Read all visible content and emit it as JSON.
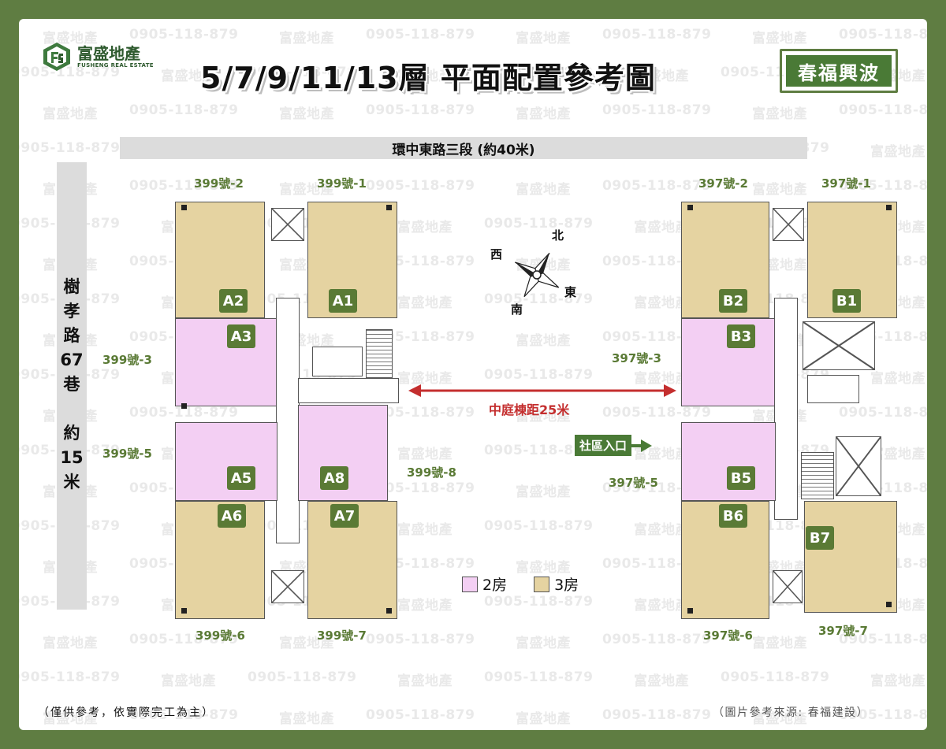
{
  "header": {
    "logo_name": "富盛地產",
    "logo_sub": "FUSHENG REAL ESTATE",
    "title": "5/7/9/11/13層 平面配置參考圖",
    "project": "春福興波"
  },
  "watermark": {
    "brand": "富盛地產",
    "phone": "0905-118-879"
  },
  "roads": {
    "top": "環中東路三段 (約40米)",
    "left_lines": [
      "樹",
      "孝",
      "路",
      "67",
      "巷",
      "",
      "約",
      "15",
      "米"
    ]
  },
  "building_a": {
    "tags": {
      "a1": "A1",
      "a2": "A2",
      "a3": "A3",
      "a5": "A5",
      "a6": "A6",
      "a7": "A7",
      "a8": "A8"
    }
  },
  "building_b": {
    "tags": {
      "b1": "B1",
      "b2": "B2",
      "b3": "B3",
      "b5": "B5",
      "b6": "B6",
      "b7": "B7"
    }
  },
  "labels": {
    "a399_1": "399號-1",
    "a399_2": "399號-2",
    "a399_3": "399號-3",
    "a399_5": "399號-5",
    "a399_6": "399號-6",
    "a399_7": "399號-7",
    "a399_8": "399號-8",
    "b397_1": "397號-1",
    "b397_2": "397號-2",
    "b397_3": "397號-3",
    "b397_5": "397號-5",
    "b397_6": "397號-6",
    "b397_7": "397號-7",
    "distance": "中庭棟距25米",
    "entrance": "社區入口"
  },
  "compass": {
    "north": "北",
    "south": "南",
    "east": "東",
    "west": "西"
  },
  "legend": {
    "two": "2房",
    "three": "3房"
  },
  "colors": {
    "two_room": "#f3cff3",
    "three_room": "#e5d3a1",
    "accent": "#4a7a36",
    "distance": "#c42e2e"
  },
  "footer": {
    "left": "（僅供參考，依實際完工為主）",
    "right": "（圖片參考來源: 春福建設）"
  }
}
